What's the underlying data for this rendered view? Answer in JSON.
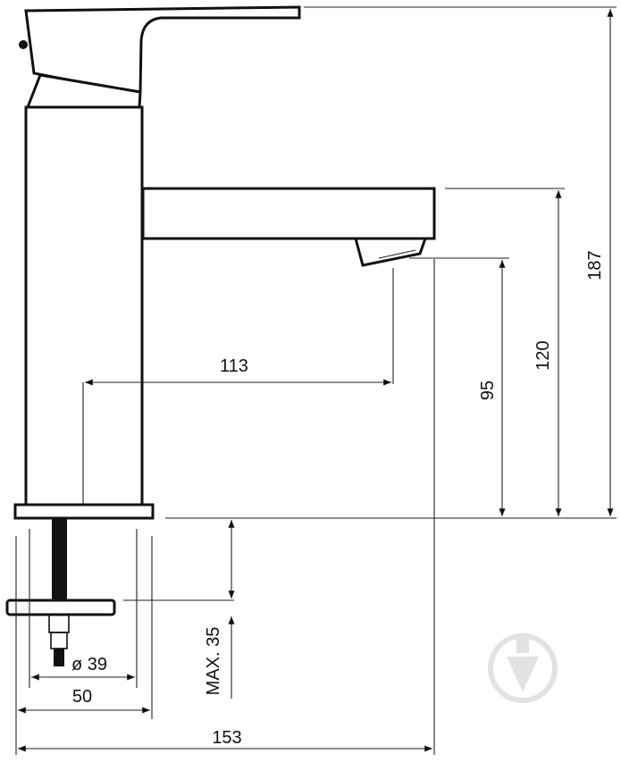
{
  "dimensions": {
    "total_height": "187",
    "spout_height": "120",
    "outlet_height": "95",
    "spout_reach": "113",
    "max_thickness": "MAX. 35",
    "thread_diameter": "ø 39",
    "base_width": "50",
    "total_width": "153"
  },
  "colors": {
    "line": "#111111",
    "watermark": "#e2e2e2"
  }
}
